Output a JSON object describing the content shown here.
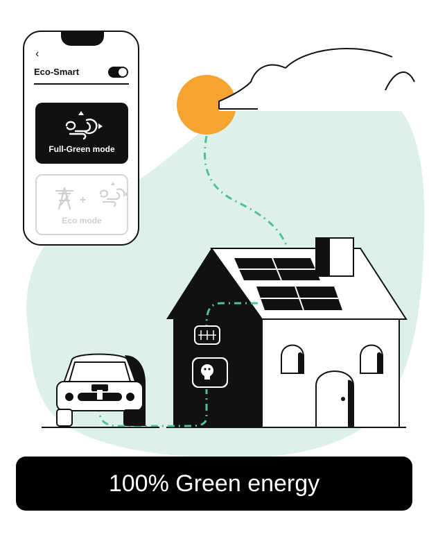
{
  "phone": {
    "back_glyph": "‹",
    "title": "Eco-Smart",
    "toggle_on": true,
    "modes": [
      {
        "label": "Full-Green mode",
        "icon": "wind-power-icon",
        "active": true
      },
      {
        "label": "Eco mode",
        "icon": "grid-plus-wind-icon",
        "active": false
      }
    ]
  },
  "banner": {
    "text": "100% Green energy"
  },
  "colors": {
    "sun": "#F5A430",
    "background_blob": "#DDF0EA",
    "energy_path": "#4FBF9D",
    "ink": "#111111"
  }
}
